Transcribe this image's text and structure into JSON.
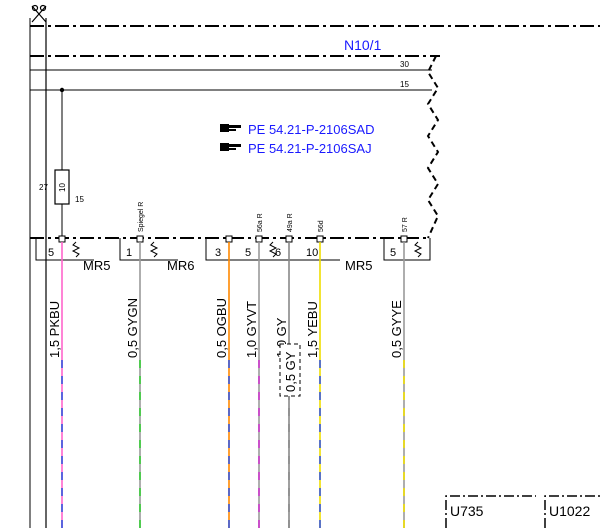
{
  "title": "N10/1",
  "bus_labels": {
    "b30": "30",
    "b15": "15"
  },
  "fuse": {
    "left_label": "27",
    "number": "10",
    "right_label": "15"
  },
  "references": [
    "PE 54.21-P-2106SAD",
    "PE 54.21-P-2106SAJ"
  ],
  "pins": [
    {
      "num": "5",
      "label": ""
    },
    {
      "num": "1",
      "label": "Spiegel R"
    },
    {
      "num": "3",
      "label": ""
    },
    {
      "num": "5",
      "label": "56a R"
    },
    {
      "num": "6",
      "label": "49a R"
    },
    {
      "num": "10",
      "label": "56d"
    },
    {
      "num": "5",
      "label": "57 R"
    }
  ],
  "connectors": [
    "MR5",
    "MR6",
    "MR5"
  ],
  "wires": [
    {
      "label": "1,5 PKBU",
      "color1": "#ff66cc",
      "color2": "#3355dd"
    },
    {
      "label": "0,5 GYGN",
      "color1": "#999999",
      "color2": "#33cc33"
    },
    {
      "label": "0,5 OGBU",
      "color1": "#ff8800",
      "color2": "#3355dd"
    },
    {
      "label": "1,0 GYVT",
      "color1": "#999999",
      "color2": "#cc33cc"
    },
    {
      "label": "1,0 GY",
      "color1": "#888888",
      "color2": "#888888"
    },
    {
      "label": "1,5 YEBU",
      "color1": "#eedd00",
      "color2": "#3355dd"
    },
    {
      "label": "0,5 GYYE",
      "color1": "#999999",
      "color2": "#eedd00"
    }
  ],
  "branch_label": "0,5 GY",
  "components": [
    "U735",
    "U1022"
  ],
  "colors": {
    "reference": "#1a1aff",
    "title": "#1a1aff"
  },
  "icons": [
    "scissors-icon",
    "hand-pointer-icon"
  ]
}
